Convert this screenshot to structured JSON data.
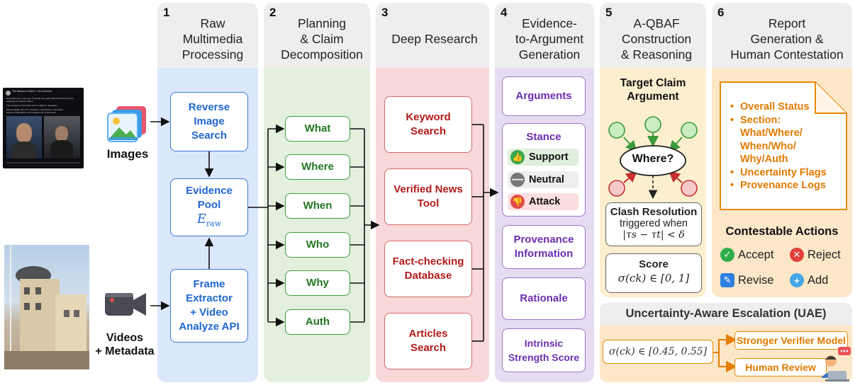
{
  "inputs": {
    "images_label": "Images",
    "videos_label": "Videos\n+ Metadata",
    "tweet": {
      "author": "The Messed: Exhibit 4, Yes Someone",
      "line1": "Remember this is the type of people from gaza! Wessed Post proved to",
      "line2": "exchange for Israeli children.",
      "line3": "The murderer's Post today tried to attack in Jerusalem.",
      "line4": "Wessel Mattar, 36, VTT, Jerusalem, was filmed in Jerusalem.",
      "line5": "between 2016-2026 on the background of Jerusalem."
    }
  },
  "columns": [
    {
      "num": "1",
      "title": "Raw\nMultimedia\nProcessing"
    },
    {
      "num": "2",
      "title": "Planning\n& Claim\nDecomposition"
    },
    {
      "num": "3",
      "title": "Deep Research"
    },
    {
      "num": "4",
      "title": "Evidence-\nto-Argument\nGeneration"
    },
    {
      "num": "5",
      "title": "A-QBAF\nConstruction\n& Reasoning"
    },
    {
      "num": "6",
      "title": "Report\nGeneration &\nHuman Contestation"
    }
  ],
  "col1": {
    "reverse_search": "Reverse\nImage\nSearch",
    "evidence_pool": "Evidence\nPool",
    "evidence_symbol": "E",
    "evidence_sub": "raw",
    "frame_extractor": "Frame\nExtractor\n+ Video\nAnalyze API"
  },
  "col2": {
    "items": [
      "What",
      "Where",
      "When",
      "Who",
      "Why",
      "Auth"
    ]
  },
  "col3": {
    "items": [
      "Keyword\nSearch",
      "Verified News\nTool",
      "Fact-checking\nDatabase",
      "Articles\nSearch"
    ]
  },
  "col4": {
    "arguments": "Arguments",
    "stance_title": "Stance",
    "stances": [
      {
        "label": "Support",
        "icon": "thumbs-up-icon",
        "color": "#3aa64a",
        "bg": "#dff0dc"
      },
      {
        "label": "Neutral",
        "icon": "minus-icon",
        "color": "#777777",
        "bg": "#eeeeee"
      },
      {
        "label": "Attack",
        "icon": "thumbs-down-icon",
        "color": "#e04a4a",
        "bg": "#fbdede"
      }
    ],
    "provenance": "Provenance\nInformation",
    "rationale": "Rationale",
    "intrinsic": "Intrinsic\nStrength Score"
  },
  "col5": {
    "target_title": "Target Claim\nArgument",
    "center_node": "Where?",
    "clash_title": "Clash Resolution",
    "clash_sub": "triggered when",
    "clash_formula": "|τs − τt| < δ",
    "score_title": "Score",
    "score_formula": "σ(ck) ∈ [0, 1]"
  },
  "col6": {
    "report_items": [
      "Overall Status",
      "Section:\nWhat/Where/\nWhen/Who/\nWhy/Auth",
      "Uncertainty Flags",
      "Provenance Logs"
    ],
    "actions_title": "Contestable Actions",
    "actions": [
      {
        "label": "Accept",
        "icon": "check-icon",
        "color": "#2fae4c"
      },
      {
        "label": "Reject",
        "icon": "x-icon",
        "color": "#e2403a"
      },
      {
        "label": "Revise",
        "icon": "edit-icon",
        "color": "#2f7fe0"
      },
      {
        "label": "Add",
        "icon": "plus-icon",
        "color": "#46a6e6"
      }
    ]
  },
  "uae": {
    "title": "Uncertainty-Aware Escalation (UAE)",
    "formula": "σ(ck) ∈ [0.45, 0.55]",
    "stronger": "Stronger Verifier Model",
    "human": "Human Review"
  },
  "colors": {
    "blue_col": "#dbe8fb",
    "green_col": "#e2f0dd",
    "red_col": "#f8d8d8",
    "purple_col": "#e6dcf2",
    "yellow_col": "#fcefd0",
    "orange_col": "#fce7c8",
    "accent_orange": "#e67e00"
  }
}
